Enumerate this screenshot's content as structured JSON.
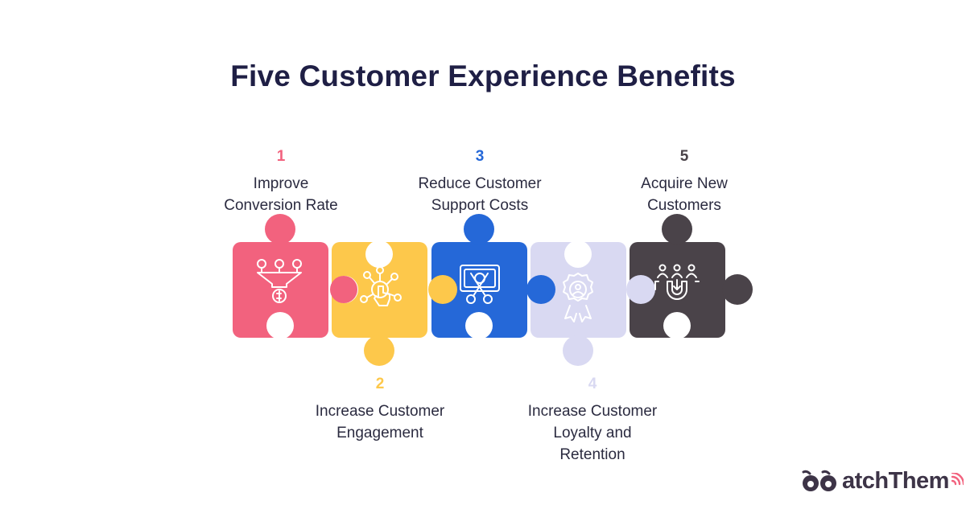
{
  "title": "Five Customer Experience Benefits",
  "steps": [
    {
      "number": "1",
      "label": "Improve\nConversion Rate",
      "color": "#f2627e",
      "icon": "funnel-dollar-icon"
    },
    {
      "number": "2",
      "label": "Increase Customer\nEngagement",
      "color": "#fdc84b",
      "icon": "touch-network-icon"
    },
    {
      "number": "3",
      "label": "Reduce Customer\nSupport Costs",
      "color": "#2568d8",
      "icon": "cut-bill-icon"
    },
    {
      "number": "4",
      "label": "Increase Customer\nLoyalty and\nRetention",
      "color": "#d9d9f2",
      "icon": "award-badge-icon"
    },
    {
      "number": "5",
      "label": "Acquire New\nCustomers",
      "color": "#4a4349",
      "icon": "magnet-people-icon"
    }
  ],
  "brand": {
    "name": "atchThem",
    "logo_letter": "W",
    "accent": "#f2627e"
  }
}
